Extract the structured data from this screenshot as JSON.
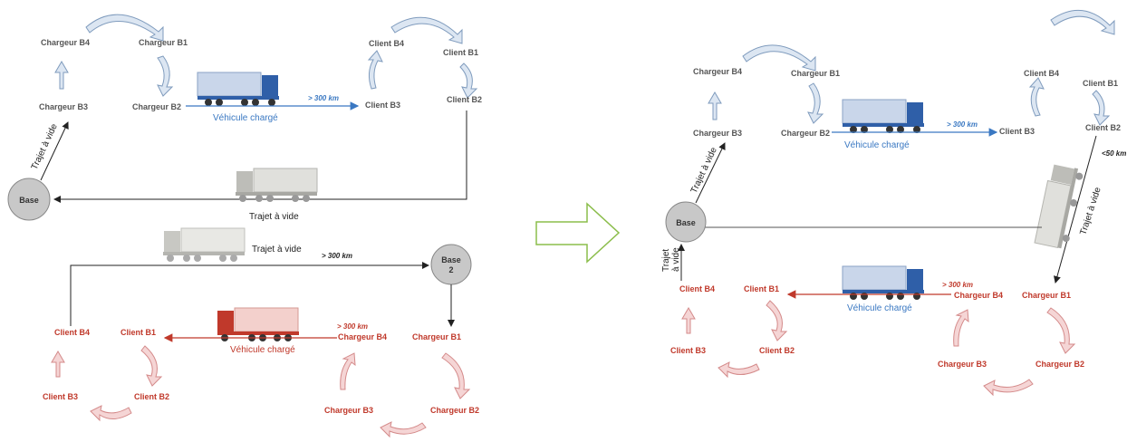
{
  "colors": {
    "blue_arrow_fill": "#dce6f2",
    "blue_arrow_stroke": "#7f9bbd",
    "red_arrow_fill": "#f5d5d5",
    "red_arrow_stroke": "#d48a8a",
    "big_arrow_stroke": "#8bbd4b",
    "truck_blue": "#2f5fa8",
    "truck_red": "#c0392b",
    "truck_gray": "#b5b5b0"
  },
  "left": {
    "top": {
      "chargeur_b4": "Chargeur B4",
      "chargeur_b1": "Chargeur B1",
      "chargeur_b3": "Chargeur B3",
      "chargeur_b2": "Chargeur B2",
      "client_b4": "Client B4",
      "client_b1": "Client B1",
      "client_b3": "Client B3",
      "client_b2": "Client B2",
      "distance": "> 300 km",
      "vehicle_label": "Véhicule chargé",
      "base": "Base",
      "empty_trip_diag": "Trajet à vide",
      "empty_trip_bottom": "Trajet à vide"
    },
    "bottom": {
      "empty_trip": "Trajet à vide",
      "distance_top": "> 300 km",
      "base2_line1": "Base",
      "base2_line2": "2",
      "client_b4": "Client B4",
      "client_b1": "Client B1",
      "client_b3": "Client B3",
      "client_b2": "Client B2",
      "chargeur_b4": "Chargeur B4",
      "chargeur_b1": "Chargeur B1",
      "chargeur_b3": "Chargeur B3",
      "chargeur_b2": "Chargeur B2",
      "distance": "> 300 km",
      "vehicle_label": "Véhicule chargé"
    }
  },
  "right": {
    "chargeur_b4": "Chargeur B4",
    "chargeur_b1": "Chargeur B1",
    "chargeur_b3": "Chargeur B3",
    "chargeur_b2": "Chargeur B2",
    "client_b4": "Client B4",
    "client_b1": "Client B1",
    "client_b3": "Client B3",
    "client_b2": "Client B2",
    "distance_top": "> 300 km",
    "vehicle_label_top": "Véhicule chargé",
    "distance_side": "<50 km",
    "empty_trip_right": "Trajet à vide",
    "empty_trip_diag": "Trajet à vide",
    "empty_trip_left_1": "Trajet",
    "empty_trip_left_2": "à vide",
    "base": "Base",
    "r_client_b4": "Client B4",
    "r_client_b1": "Client B1",
    "r_client_b3": "Client B3",
    "r_client_b2": "Client B2",
    "r_chargeur_b4": "Chargeur B4",
    "r_chargeur_b1": "Chargeur B1",
    "r_chargeur_b3": "Chargeur B3",
    "r_chargeur_b2": "Chargeur B2",
    "r_distance": "> 300 km",
    "vehicle_label_bottom": "Véhicule chargé"
  }
}
